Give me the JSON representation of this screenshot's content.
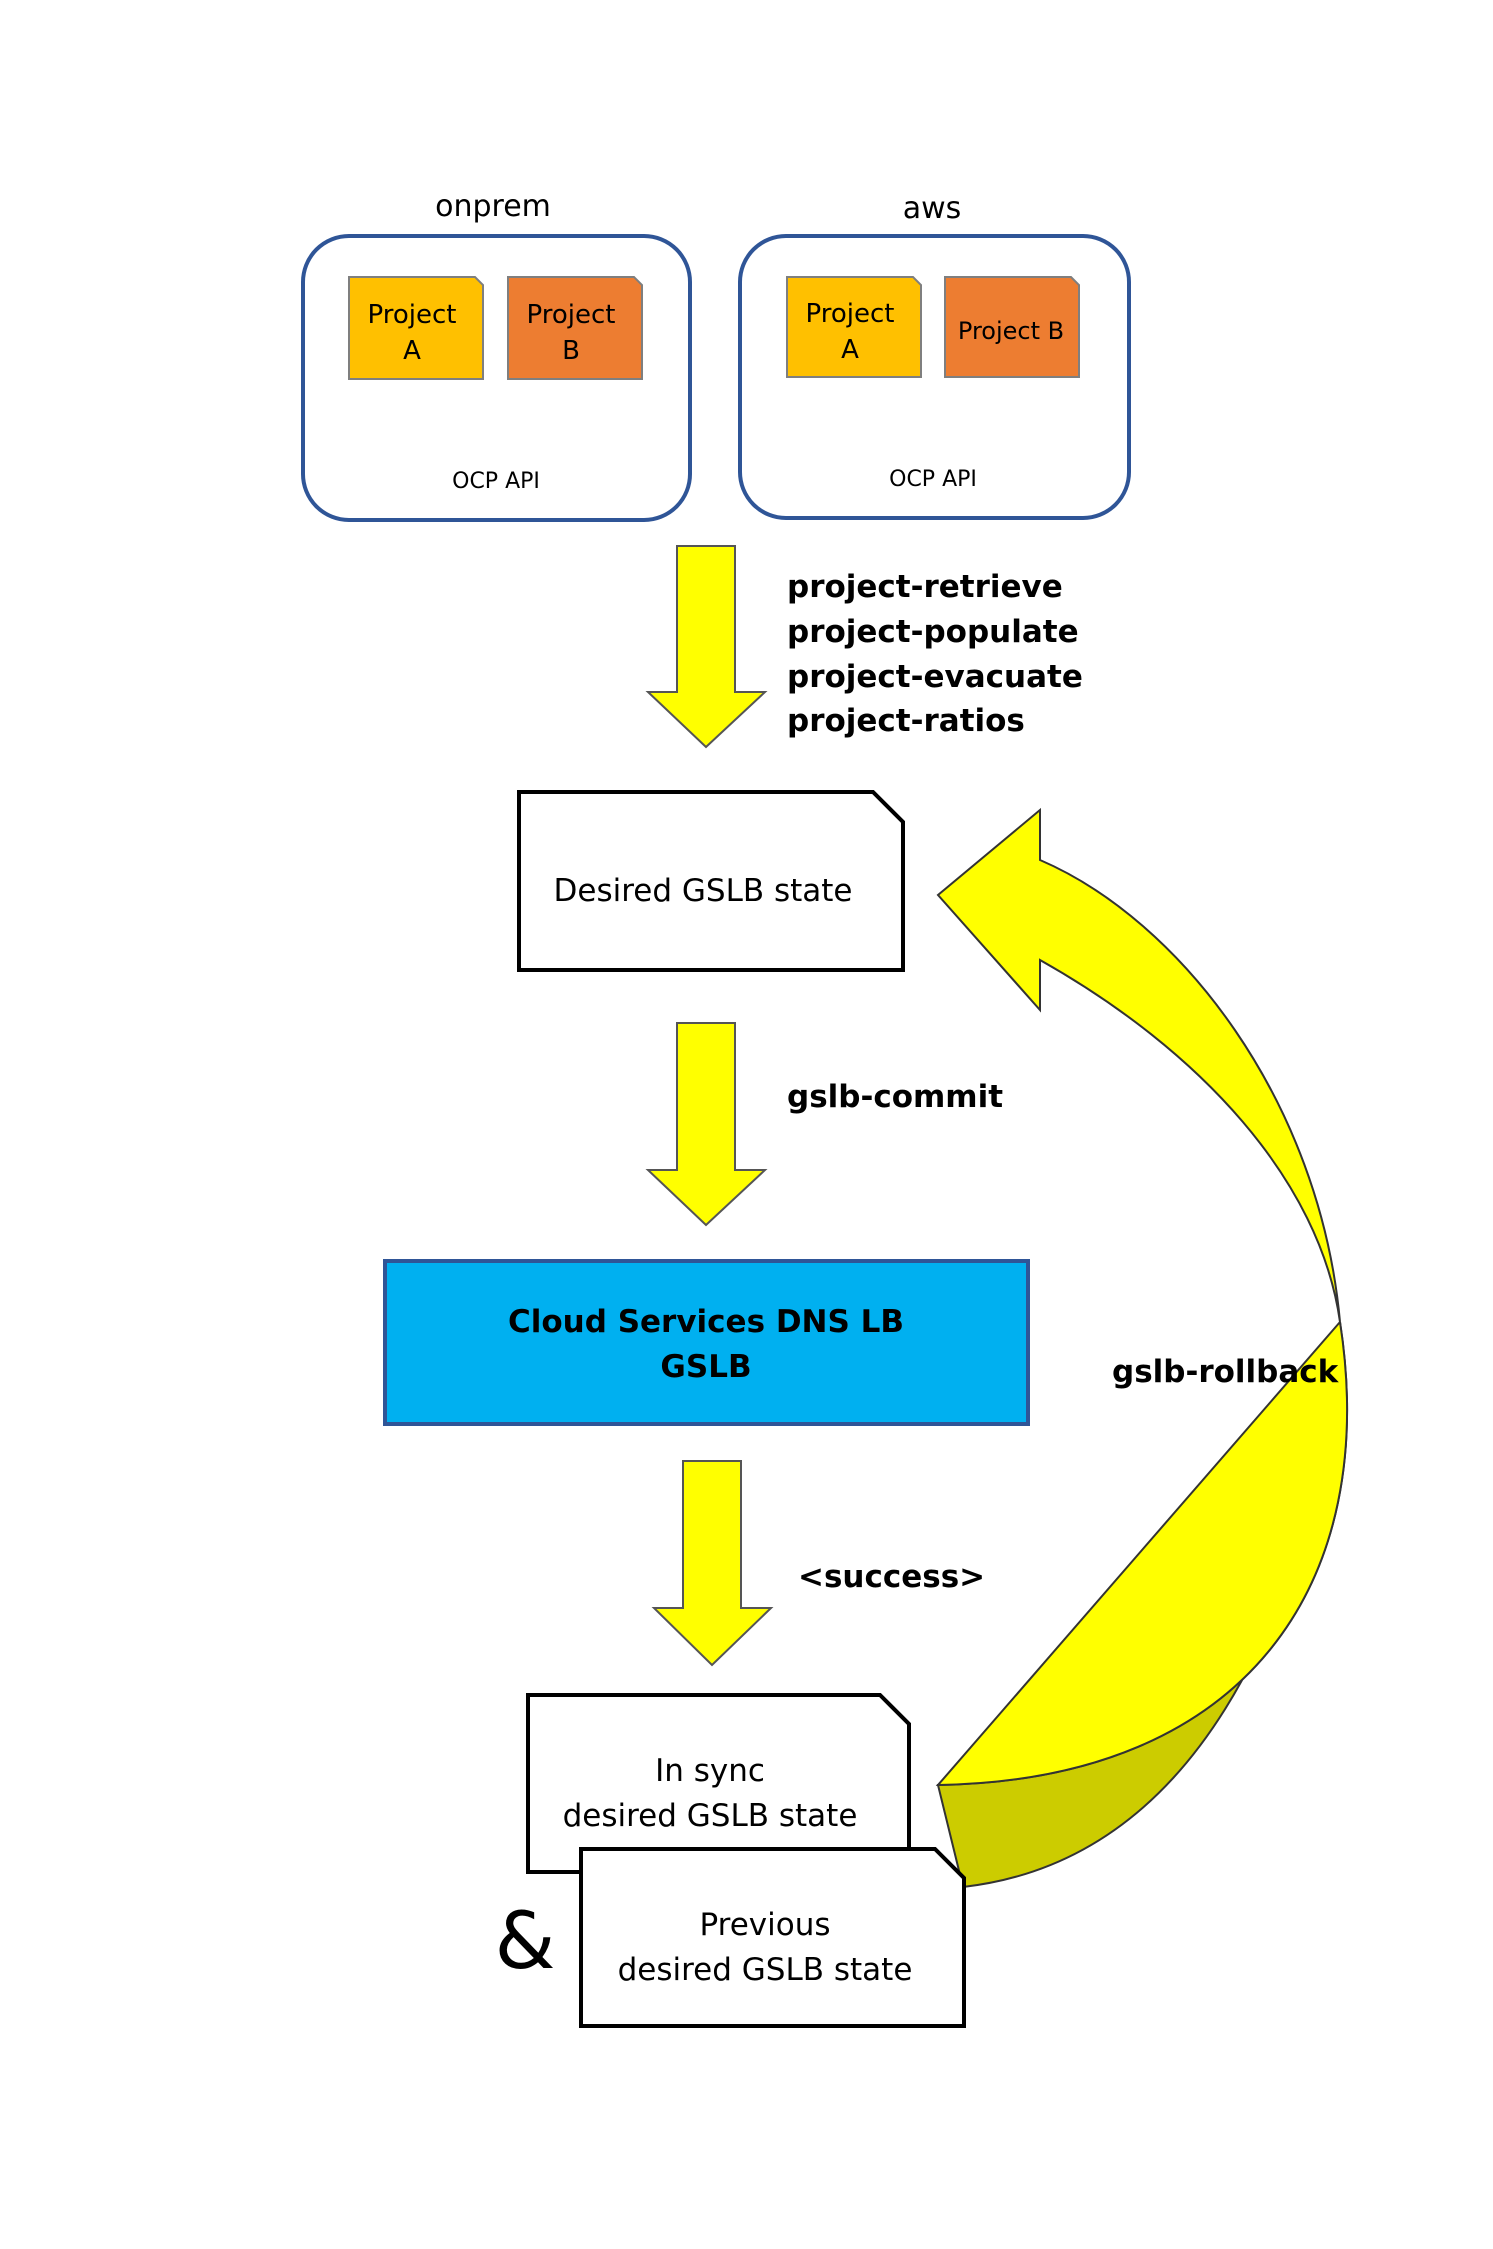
{
  "clusters": [
    {
      "title": "onprem",
      "api_label": "OCP API",
      "projects": [
        {
          "lines": [
            "Project",
            "A"
          ],
          "color": "#ffc000"
        },
        {
          "lines": [
            "Project",
            "B"
          ],
          "color": "#ed7d31"
        }
      ]
    },
    {
      "title": "aws",
      "api_label": "OCP API",
      "projects": [
        {
          "lines": [
            "Project",
            "A"
          ],
          "color": "#ffc000"
        },
        {
          "lines": [
            "Project B"
          ],
          "color": "#ed7d31"
        }
      ]
    }
  ],
  "commands": {
    "retrieve": "project-retrieve",
    "populate": "project-populate",
    "evacuate": "project-evacuate",
    "ratios": "project-ratios",
    "commit": "gslb-commit",
    "success": "<success>",
    "rollback": "gslb-rollback"
  },
  "states": {
    "desired": "Desired GSLB state",
    "in_sync": [
      "In sync",
      "desired GSLB state"
    ],
    "previous": [
      "Previous",
      "desired GSLB state"
    ],
    "ampersand": "&"
  },
  "lb": {
    "lines": [
      "Cloud Services DNS LB",
      "GSLB"
    ],
    "color": "#00b0f0",
    "border": "#2f5597"
  },
  "colors": {
    "arrow_fill": "#ffff00",
    "arrow_shadow": "#cccc00",
    "cluster_border": "#2f5597"
  }
}
